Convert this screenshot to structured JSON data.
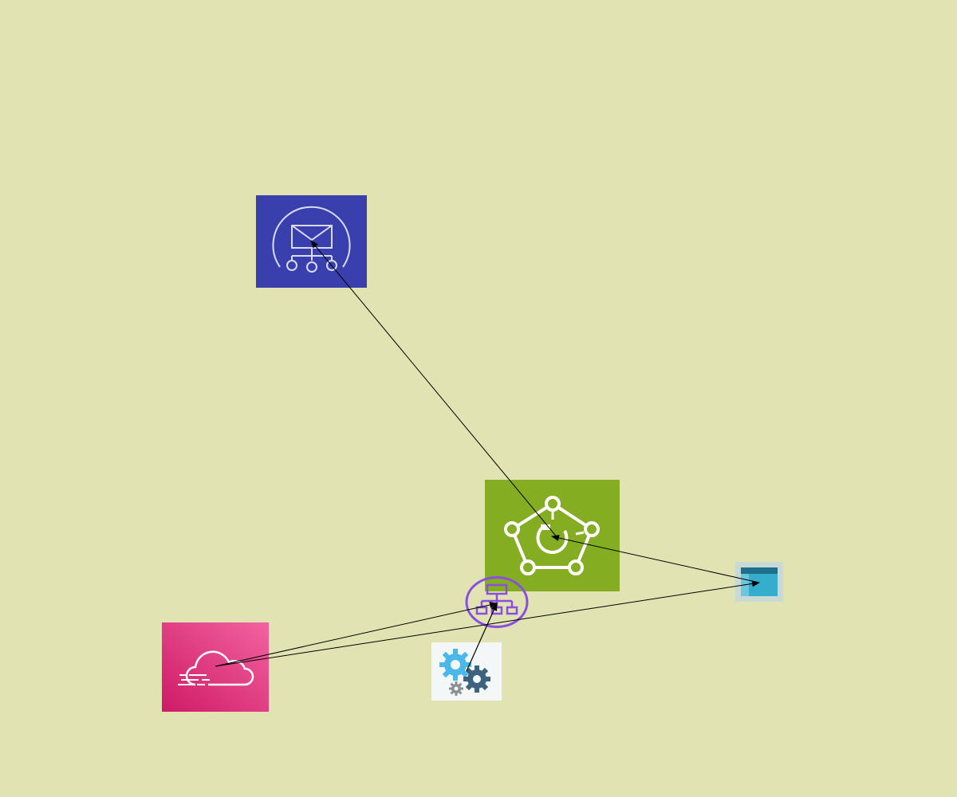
{
  "diagram": {
    "background": "#e1e3b3",
    "nodes": [
      {
        "id": "sns",
        "icon": "notification-topic-icon",
        "color": "#3a3fae"
      },
      {
        "id": "iot",
        "icon": "iot-events-icon",
        "color": "#84ad22"
      },
      {
        "id": "window",
        "icon": "browser-window-icon",
        "color": "#35aecd"
      },
      {
        "id": "network",
        "icon": "network-hierarchy-icon",
        "color": "#8a4ee0"
      },
      {
        "id": "flow",
        "icon": "cloud-flow-icon",
        "color": "#ec3b7d"
      },
      {
        "id": "gears",
        "icon": "gears-icon",
        "color": "#4ab8e8"
      }
    ],
    "edges": [
      {
        "from": "iot",
        "to": "sns"
      },
      {
        "from": "window",
        "to": "iot"
      },
      {
        "from": "flow",
        "to": "window"
      },
      {
        "from": "flow",
        "to": "network"
      },
      {
        "from": "gears",
        "to": "network"
      }
    ],
    "edge_color": "#000000"
  }
}
